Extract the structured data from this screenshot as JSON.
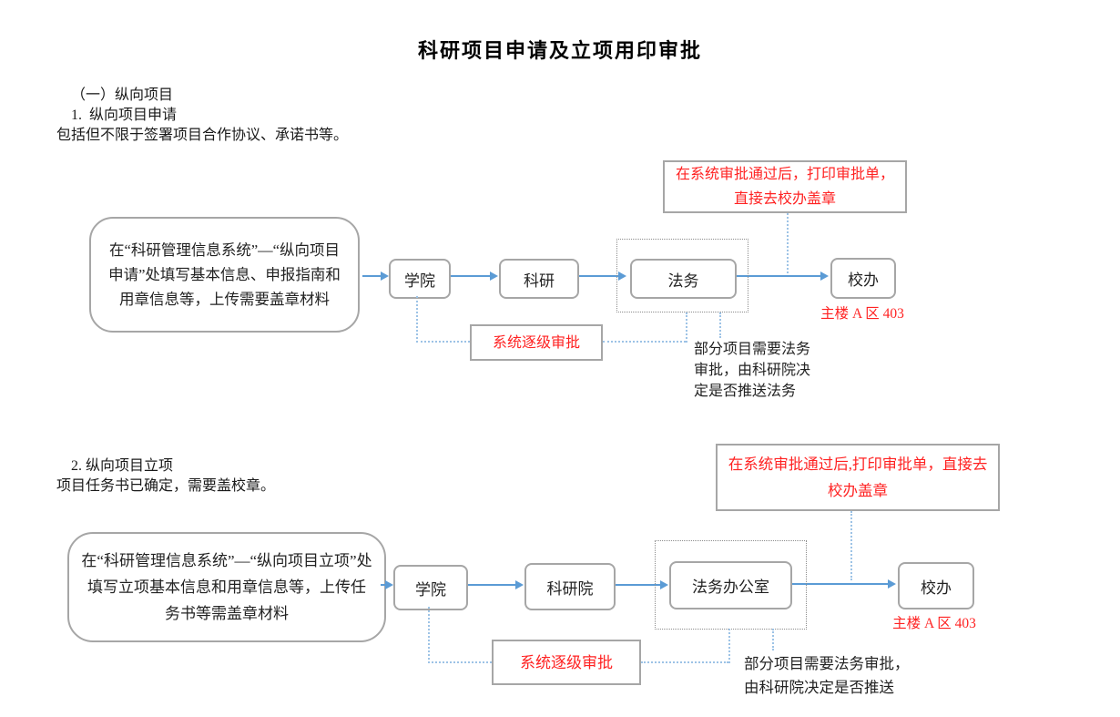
{
  "page": {
    "title": "科研项目申请及立项用印审批"
  },
  "intro": {
    "section_heading": "（一）纵向项目",
    "item_heading": "1.  纵向项目申请",
    "description": "包括但不限于签署项目合作协议、承诺书等。"
  },
  "colors": {
    "arrow_blue": "#5b9bd5",
    "connector_blue": "#9dc3e6",
    "border_gray": "#a6a6a6",
    "note_red": "#ff2222"
  },
  "chart1": {
    "top_note": "在系统审批通过后，打印审批单，直接去校办盖章",
    "start_box": "在“科研管理信息系统”—“纵向项目申请”处填写基本信息、申报指南和用章信息等，上传需要盖章材料",
    "nodes": [
      {
        "label": "学院"
      },
      {
        "label": "科研"
      },
      {
        "label": "法务"
      },
      {
        "label": "校办"
      }
    ],
    "location_note": "主楼 A 区 403",
    "system_box": "系统逐级审批",
    "legal_note": "部分项目需要法务审批，由科研院决定是否推送法务"
  },
  "section2": {
    "item_heading": "2. 纵向项目立项",
    "description": "项目任务书已确定，需要盖校章。"
  },
  "chart2": {
    "top_note": "在系统审批通过后,打印审批单，直接去校办盖章",
    "start_box": "在“科研管理信息系统”—“纵向项目立项”处填写立项基本信息和用章信息等，上传任务书等需盖章材料",
    "nodes": [
      {
        "label": "学院"
      },
      {
        "label": "科研院"
      },
      {
        "label": "法务办公室"
      },
      {
        "label": "校办"
      }
    ],
    "location_note": "主楼 A 区 403",
    "system_box": "系统逐级审批",
    "legal_note": "部分项目需要法务审批，由科研院决定是否推送"
  }
}
